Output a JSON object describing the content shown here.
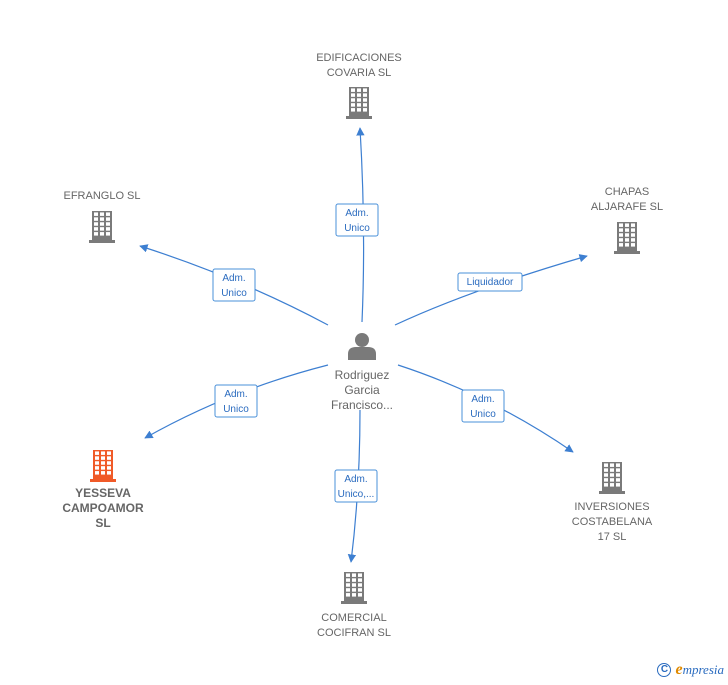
{
  "center": {
    "label_lines": [
      "Rodriguez",
      "Garcia",
      "Francisco..."
    ],
    "icon": "person-icon"
  },
  "nodes": [
    {
      "id": "edificaciones",
      "label_lines": [
        "EDIFICACIONES",
        "COVARIA  SL"
      ],
      "highlight": false,
      "icon": "building-icon"
    },
    {
      "id": "chapas",
      "label_lines": [
        "CHAPAS",
        "ALJARAFE  SL"
      ],
      "highlight": false,
      "icon": "building-icon"
    },
    {
      "id": "inversiones",
      "label_lines": [
        "INVERSIONES",
        "COSTABELANA",
        "17  SL"
      ],
      "highlight": false,
      "icon": "building-icon"
    },
    {
      "id": "comercial",
      "label_lines": [
        "COMERCIAL",
        "COCIFRAN  SL"
      ],
      "highlight": false,
      "icon": "building-icon"
    },
    {
      "id": "yesseva",
      "label_lines": [
        "YESSEVA",
        "CAMPOAMOR",
        "SL"
      ],
      "highlight": true,
      "icon": "building-icon"
    },
    {
      "id": "efranglo",
      "label_lines": [
        "EFRANGLO SL"
      ],
      "highlight": false,
      "icon": "building-icon"
    }
  ],
  "edges": [
    {
      "to": "edificaciones",
      "label_lines": [
        "Adm.",
        "Unico"
      ]
    },
    {
      "to": "chapas",
      "label_lines": [
        "Liquidador"
      ]
    },
    {
      "to": "inversiones",
      "label_lines": [
        "Adm.",
        "Unico"
      ]
    },
    {
      "to": "comercial",
      "label_lines": [
        "Adm.",
        "Unico,..."
      ]
    },
    {
      "to": "yesseva",
      "label_lines": [
        "Adm.",
        "Unico"
      ]
    },
    {
      "to": "efranglo",
      "label_lines": [
        "Adm.",
        "Unico"
      ]
    }
  ],
  "colors": {
    "building": "#7a7a7a",
    "building_highlight": "#f05a28",
    "edge": "#3d7fd1",
    "person": "#7a7a7a"
  },
  "footer": {
    "copyright_symbol": "C",
    "brand_first": "e",
    "brand_rest": "mpresia"
  }
}
